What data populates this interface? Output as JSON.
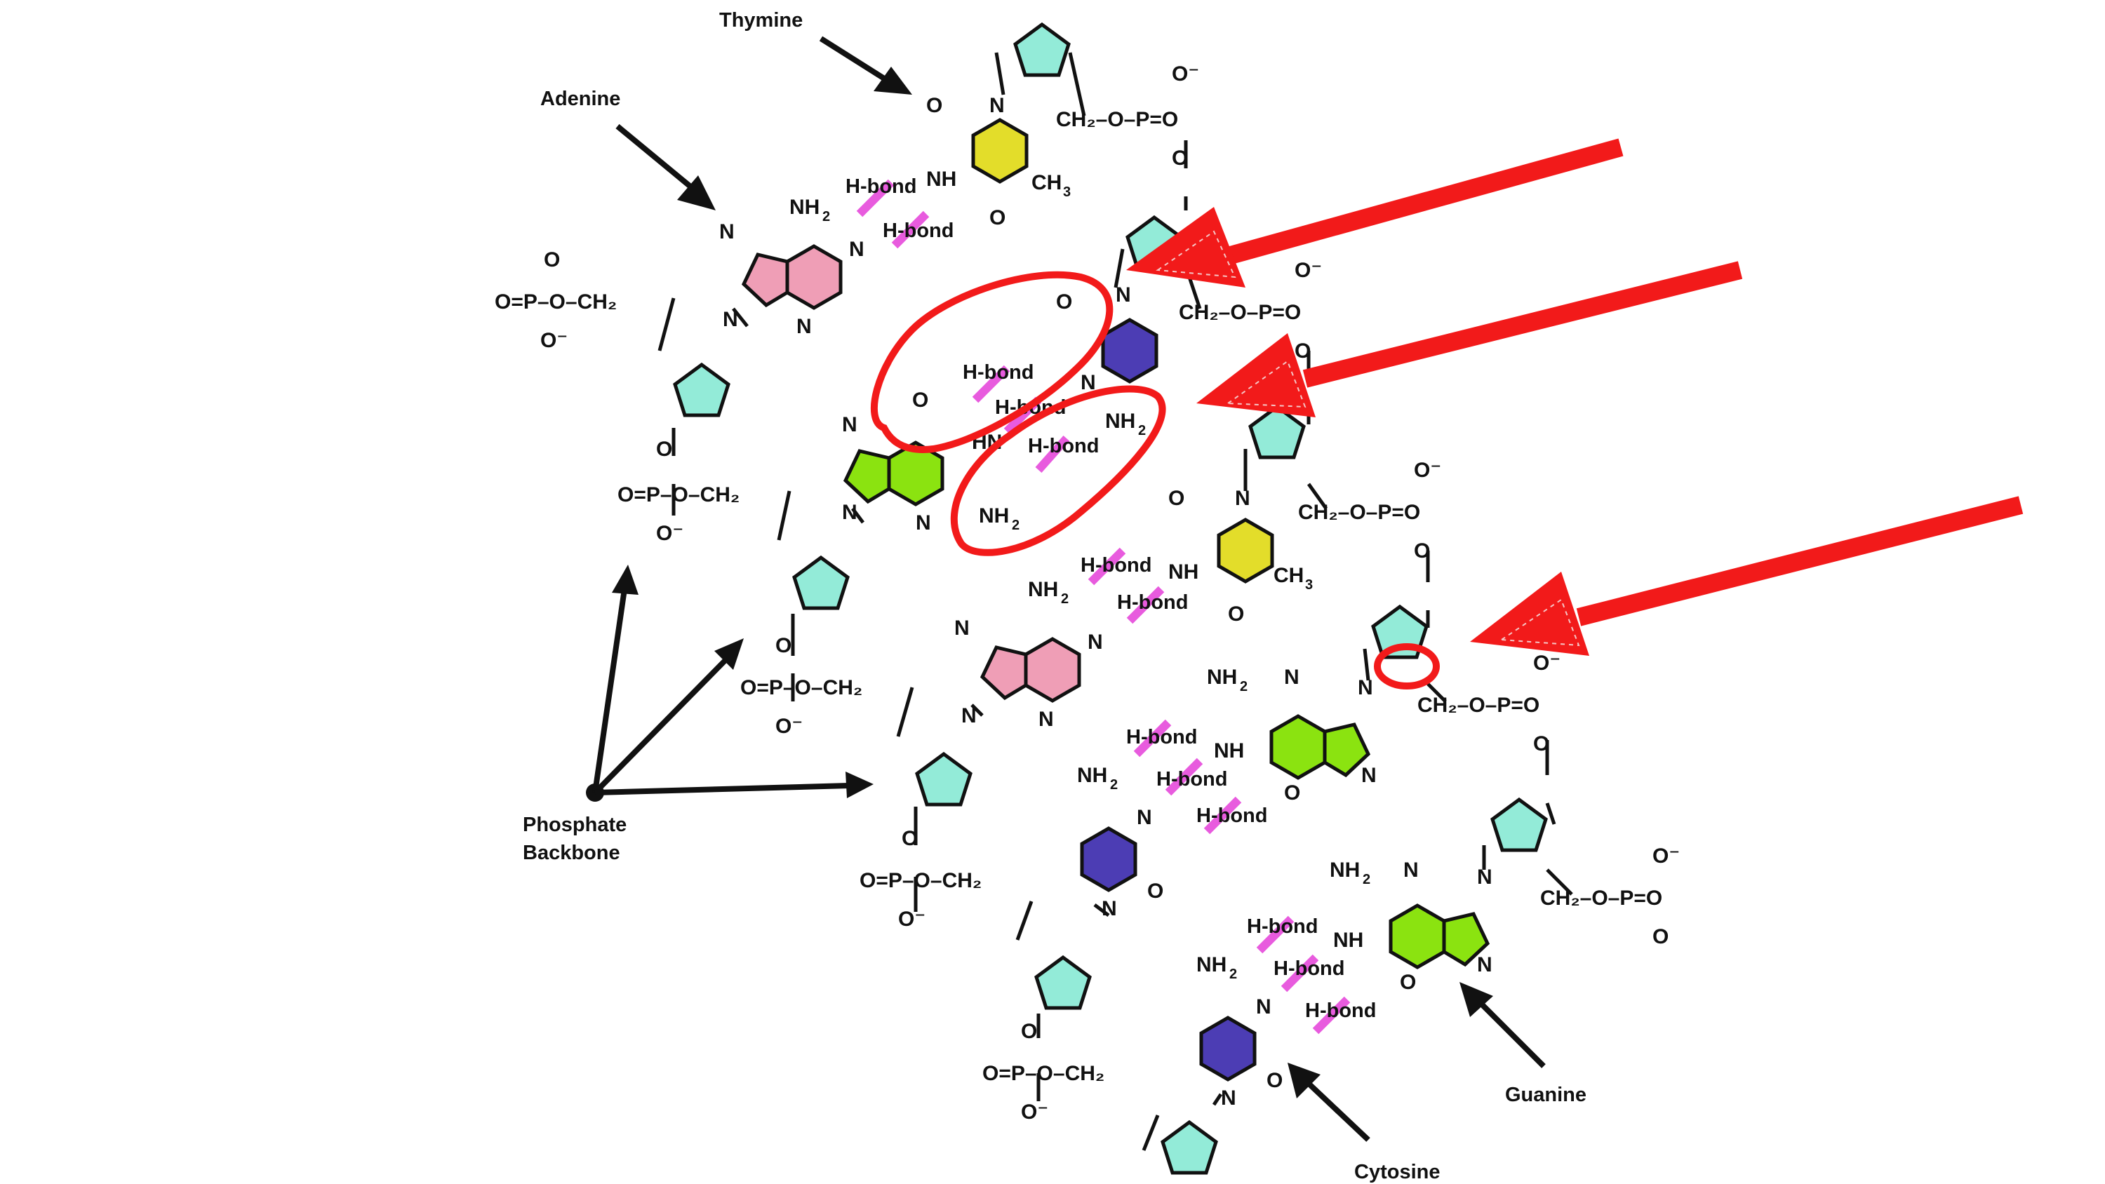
{
  "colors": {
    "sugar": "#93EBD8",
    "adenine": "#EF9EB6",
    "thymine": "#E3DD2A",
    "guanine": "#8BE310",
    "cytosine": "#4C3DB4",
    "hbond": "#E85BDE",
    "annotation": "#F21A1A",
    "ink": "#111111"
  },
  "labels": {
    "thymine": "Thymine",
    "adenine": "Adenine",
    "guanine": "Guanine",
    "cytosine": "Cytosine",
    "phosphate_line1": "Phosphate",
    "phosphate_line2": "Backbone"
  },
  "hbond_text": "H-bond",
  "atoms": {
    "n": "N",
    "o": "O",
    "hn": "HN",
    "nh": "NH",
    "nh2": "NH",
    "ch3": "CH",
    "sub2": "2",
    "sub3": "3",
    "phos_right": "CH₂–O–P=O",
    "phos_left": "O=P–O–CH₂",
    "o_minus": "O⁻",
    "o_plain": "O"
  }
}
